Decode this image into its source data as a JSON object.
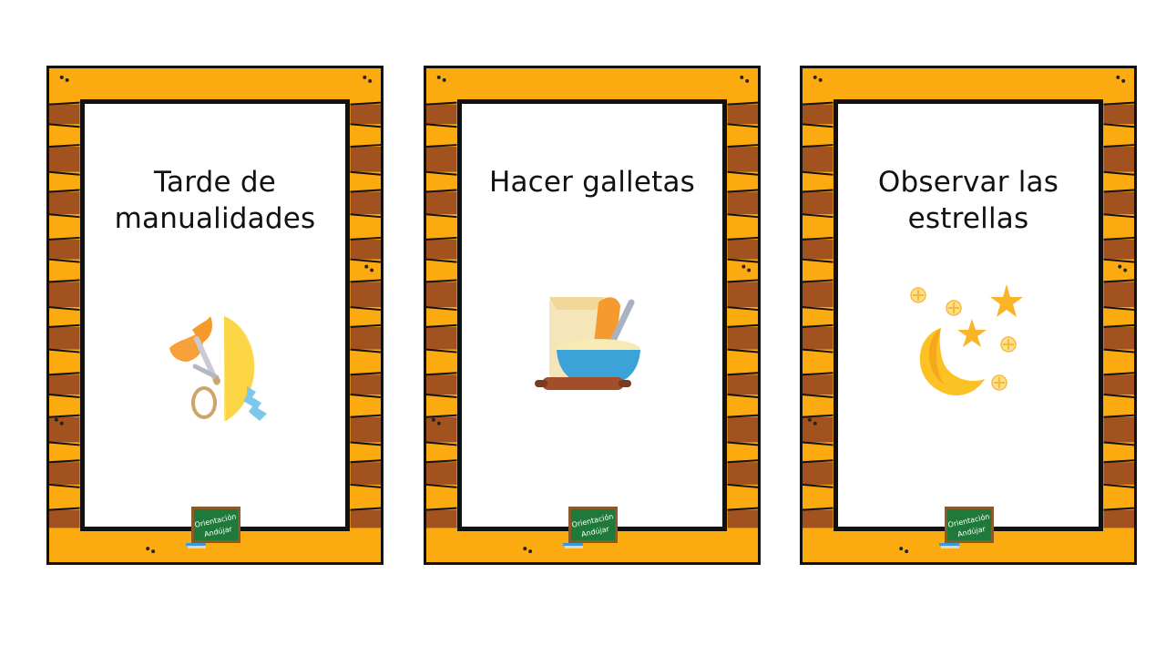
{
  "cards": [
    {
      "title": "Tarde de\nmanualidades",
      "icon": "craft-scissors-paper-icon"
    },
    {
      "title": "Hacer galletas",
      "icon": "baking-bowl-whisk-icon"
    },
    {
      "title": "Observar las\nestrellas",
      "icon": "moon-stars-icon"
    }
  ],
  "badge_text": {
    "line1": "Orientación",
    "line2": "Andújar"
  },
  "colors": {
    "frame_orange": "#fbaa0f",
    "plank_brown": "#a1521e",
    "outline": "#111111"
  }
}
